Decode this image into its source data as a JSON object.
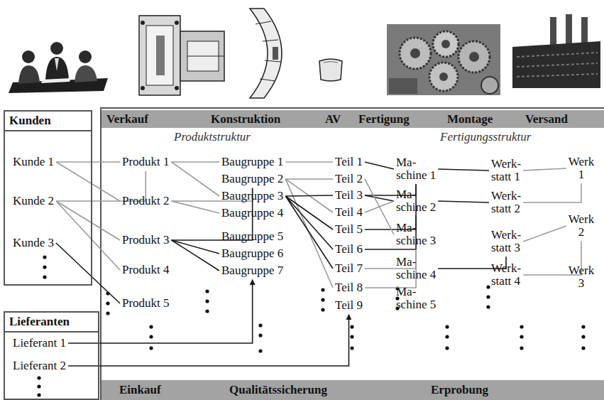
{
  "diagram": {
    "nodes": [
      {
        "text": [
          "Kunden"
        ]
      },
      {
        "text": [
          "Kunde 1"
        ],
        "in": 0
      },
      {
        "text": [
          "Kunde 2"
        ],
        "in": 0
      },
      {
        "text": [
          "Kunde 3"
        ],
        "in": 0
      },
      {
        "text": [
          "Lieferanten"
        ]
      },
      {
        "text": [
          "Lieferant 1"
        ],
        "in": 4
      },
      {
        "text": [
          "Lieferant 2"
        ],
        "in": 4
      },
      {
        "text": [
          "Verkauf",
          "Konstruktion",
          "AV",
          "Fertigung",
          "Montage",
          "Versand"
        ]
      },
      {
        "text": [
          "Einkauf",
          "Qualitätssicherung",
          "Erprobung"
        ]
      },
      {
        "text": [
          "Produkt 1"
        ]
      },
      {
        "text": [
          "Produkt 2"
        ]
      },
      {
        "text": [
          "Produkt 3"
        ]
      },
      {
        "text": [
          "Produkt 4"
        ]
      },
      {
        "text": [
          "Produkt 5"
        ]
      },
      {
        "text": [
          "Baugruppe 1"
        ]
      },
      {
        "text": [
          "Baugruppe 2"
        ]
      },
      {
        "text": [
          "Baugruppe 3"
        ]
      },
      {
        "text": [
          "Baugruppe 4"
        ]
      },
      {
        "text": [
          "Baugruppe 5"
        ]
      },
      {
        "text": [
          "Baugruppe 6"
        ]
      },
      {
        "text": [
          "Baugruppe 7"
        ]
      },
      {
        "text": [
          "Teil 1"
        ]
      },
      {
        "text": [
          "Teil 2"
        ]
      },
      {
        "text": [
          "Teil 3"
        ]
      },
      {
        "text": [
          "Teil 4"
        ]
      },
      {
        "text": [
          "Teil 5"
        ]
      },
      {
        "text": [
          "Teil 6"
        ]
      },
      {
        "text": [
          "Teil 7"
        ]
      },
      {
        "text": [
          "Teil 8"
        ]
      },
      {
        "text": [
          "Teil 9"
        ]
      },
      {
        "text": [
          "Ma- schine 1"
        ]
      },
      {
        "text": [
          "Ma- schine 2"
        ]
      },
      {
        "text": [
          "Ma- schine 3"
        ]
      },
      {
        "text": [
          "Ma- schine 4"
        ]
      },
      {
        "text": [
          "Ma- schine 5"
        ]
      },
      {
        "text": [
          "Werk- statt 1"
        ]
      },
      {
        "text": [
          "Werk- statt 2"
        ]
      },
      {
        "text": [
          "Werk- statt 3"
        ]
      },
      {
        "text": [
          "Werk- statt 4"
        ]
      },
      {
        "text": [
          "Werk 1"
        ]
      },
      {
        "text": [
          "Werk 2"
        ]
      },
      {
        "text": [
          "Werk 3"
        ]
      }
    ],
    "edges": [
      {
        "from": 1,
        "to": 9,
        "arrow": "none"
      },
      {
        "from": 1,
        "to": 10,
        "arrow": "none"
      },
      {
        "from": 2,
        "to": 9,
        "arrow": "none"
      },
      {
        "from": 2,
        "to": 11,
        "arrow": "none"
      },
      {
        "from": 2,
        "to": 12,
        "arrow": "none"
      },
      {
        "from": 3,
        "to": 13,
        "arrow": "none"
      },
      {
        "from": 9,
        "to": 14,
        "arrow": "none"
      },
      {
        "from": 9,
        "to": 16,
        "arrow": "none"
      },
      {
        "from": 10,
        "to": 15,
        "arrow": "none"
      },
      {
        "from": 10,
        "to": 17,
        "arrow": "none"
      },
      {
        "from": 11,
        "to": 19,
        "arrow": "none"
      },
      {
        "from": 11,
        "to": 20,
        "arrow": "none"
      },
      {
        "from": 11,
        "to": 15,
        "arrow": "none"
      },
      {
        "from": 14,
        "to": 21,
        "arrow": "none"
      },
      {
        "from": 15,
        "to": 22,
        "arrow": "none"
      },
      {
        "from": 15,
        "to": 24,
        "arrow": "none"
      },
      {
        "from": 15,
        "to": 28,
        "arrow": "none"
      },
      {
        "from": 16,
        "to": 23,
        "arrow": "none"
      },
      {
        "from": 16,
        "to": 25,
        "arrow": "none"
      },
      {
        "from": 16,
        "to": 26,
        "arrow": "none"
      },
      {
        "from": 16,
        "to": 27,
        "arrow": "none"
      },
      {
        "from": 21,
        "to": 30,
        "arrow": "none"
      },
      {
        "from": 23,
        "to": 30,
        "arrow": "none"
      },
      {
        "from": 26,
        "to": 30,
        "arrow": "none"
      },
      {
        "from": 23,
        "to": 31,
        "arrow": "none"
      },
      {
        "from": 24,
        "to": 31,
        "arrow": "none"
      },
      {
        "from": 25,
        "to": 31,
        "arrow": "none"
      },
      {
        "from": 22,
        "to": 32,
        "arrow": "none"
      },
      {
        "from": 27,
        "to": 32,
        "arrow": "none"
      },
      {
        "from": 28,
        "to": 32,
        "arrow": "none"
      },
      {
        "from": 30,
        "to": 35,
        "arrow": "none"
      },
      {
        "from": 31,
        "to": 36,
        "arrow": "none"
      },
      {
        "from": 33,
        "to": 37,
        "arrow": "none"
      },
      {
        "from": 35,
        "to": 39,
        "arrow": "none"
      },
      {
        "from": 36,
        "to": 39,
        "arrow": "none"
      },
      {
        "from": 37,
        "to": 40,
        "arrow": "none"
      },
      {
        "from": 38,
        "to": 40,
        "arrow": "none"
      },
      {
        "from": 5,
        "to": 20,
        "arrow": "to"
      },
      {
        "from": 6,
        "to": 29,
        "arrow": "to"
      }
    ],
    "labels": [
      "Produktstruktur",
      "Fertigungsstruktur"
    ]
  }
}
